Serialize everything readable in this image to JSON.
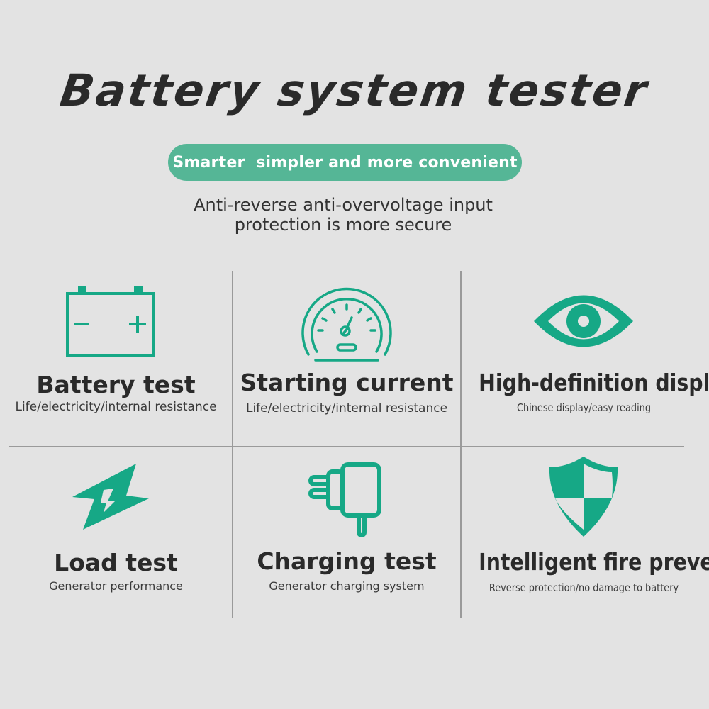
{
  "header": {
    "title": "Battery system tester",
    "tagline": "Smarter  simpler and more convenient",
    "description_line1": "Anti-reverse anti-overvoltage input",
    "description_line2": "protection is more secure"
  },
  "colors": {
    "accent": "#16a886",
    "pill": "#55b696",
    "background": "#e3e3e3",
    "divider": "#9a9a9a",
    "text": "#2a2a2a"
  },
  "features": [
    {
      "icon": "battery-icon",
      "title": "Battery test",
      "subtitle": "Life/electricity/internal resistance"
    },
    {
      "icon": "speedometer-icon",
      "title": "Starting current",
      "subtitle": "Life/electricity/internal resistance"
    },
    {
      "icon": "eye-icon",
      "title": "High-definition display",
      "subtitle": "Chinese display/easy reading"
    },
    {
      "icon": "lightning-icon",
      "title": "Load test",
      "subtitle": "Generator performance"
    },
    {
      "icon": "charger-plug-icon",
      "title": "Charging test",
      "subtitle": "Generator charging system"
    },
    {
      "icon": "shield-icon",
      "title": "Intelligent fire prevention",
      "subtitle": "Reverse protection/no damage to battery"
    }
  ]
}
